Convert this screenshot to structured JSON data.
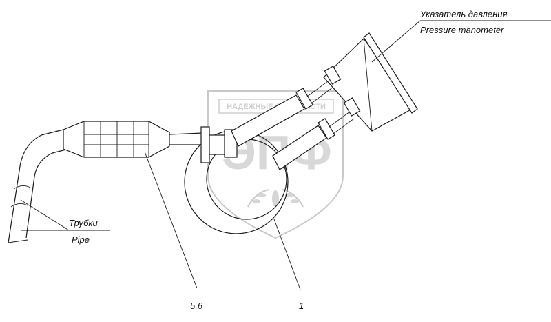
{
  "labels": {
    "gauge_ru": "Указатель давления",
    "gauge_en": "Pressure manometer",
    "pipe_ru": "Трубки",
    "pipe_en": "Pipe",
    "callout_left": "5,6",
    "callout_right": "1"
  },
  "watermark": {
    "brand_text": "ЭПФ",
    "banner_text": "НАДЕЖНЫЕ ⚙ ЗАПЧАСТИ"
  }
}
